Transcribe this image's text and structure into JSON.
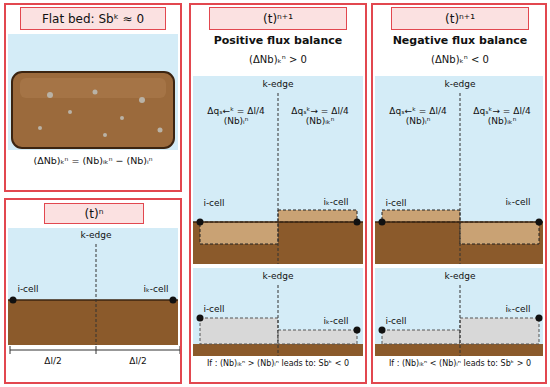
{
  "diagram": {
    "nodes": [
      {
        "text": [
          "(ΔNb)ₖⁿ = (Nb)ᵢₖⁿ − (Nb)ᵢⁿ"
        ]
      },
      {
        "text": [
          "Flat bed: Sbᵏ ≈ 0"
        ],
        "in": 0
      },
      {
        "text": [
          "k-edge",
          "i-cell",
          "iₖ-cell",
          "Δl/2",
          "Δl/2"
        ]
      },
      {
        "text": [
          "(t)ⁿ"
        ],
        "in": 2
      },
      {
        "text": [
          "Positive flux balance",
          "(ΔNb)ₖⁿ > 0",
          "k-edge",
          "Δqₛ←ᵏ = Δl/4 (Nb)ᵢⁿ",
          "Δqₛᵏ→ = Δl/4 (Nb)ᵢₖⁿ",
          "i-cell",
          "iₖ-cell",
          "k-edge",
          "i-cell",
          "iₖ-cell",
          "If : (Nb)ᵢₖⁿ > (Nb)ᵢⁿ leads to: Sbᵏ < 0"
        ]
      },
      {
        "text": [
          "(t)ⁿ⁺¹"
        ],
        "in": 4
      },
      {
        "text": [
          "Negative flux balance",
          "(ΔNb)ₖⁿ < 0",
          "k-edge",
          "Δqₛ←ᵏ = Δl/4 (Nb)ᵢⁿ",
          "Δqₛᵏ→ = Δl/4 (Nb)ᵢₖⁿ",
          "i-cell",
          "iₖ-cell",
          "k-edge",
          "i-cell",
          "iₖ-cell",
          "If : (Nb)ᵢₖⁿ < (Nb)ᵢⁿ leads to: Sbᵏ > 0"
        ]
      },
      {
        "text": [
          "(t)ⁿ⁺¹"
        ],
        "in": 6
      }
    ]
  }
}
